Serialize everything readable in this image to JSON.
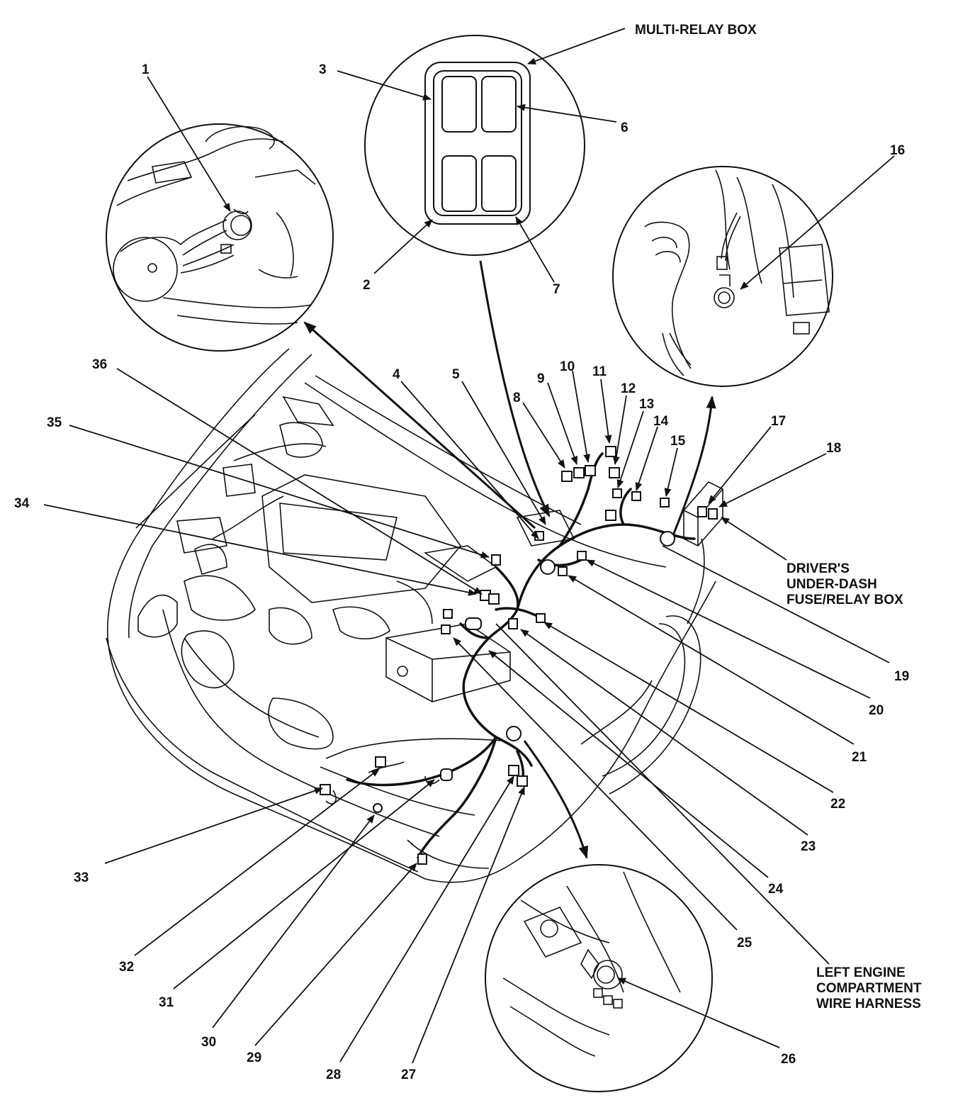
{
  "callouts": {
    "multi_relay_box": "MULTI-RELAY BOX",
    "drivers_box": [
      "DRIVER'S",
      "UNDER-DASH",
      "FUSE/RELAY BOX"
    ],
    "left_harness": [
      "LEFT ENGINE",
      "COMPARTMENT",
      "WIRE HARNESS"
    ]
  },
  "labels": [
    "1",
    "2",
    "3",
    "4",
    "5",
    "6",
    "7",
    "8",
    "9",
    "10",
    "11",
    "12",
    "13",
    "14",
    "15",
    "16",
    "17",
    "18",
    "19",
    "20",
    "21",
    "22",
    "23",
    "24",
    "25",
    "26",
    "27",
    "28",
    "29",
    "30",
    "31",
    "32",
    "33",
    "34",
    "35",
    "36"
  ]
}
